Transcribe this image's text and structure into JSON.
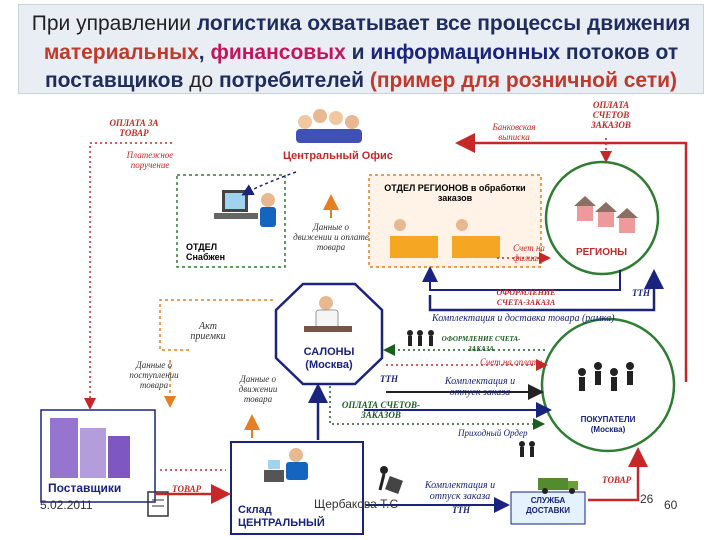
{
  "title": {
    "line1_a": "При управлении ",
    "line1_b": "логистика",
    "line1_c": " охватывает все процессы движения",
    "line2_a": "материальных",
    "line2_b": ", ",
    "line2_c": "финансовых",
    "line2_d": " и ",
    "line2_e": "информационных",
    "line2_f": " потоков от",
    "line3_a": "поставщиков",
    "line3_b": " до ",
    "line3_c": "потребителей",
    "line3_d": " (пример для розничной сети)"
  },
  "nodes": {
    "office": "Центральный Офис",
    "supply_dept": "ОТДЕЛ Снабжен",
    "regions_dept": "ОТДЕЛ РЕГИОНОВ в обработки заказов",
    "regions": "РЕГИОНЫ",
    "salons": "САЛОНЫ (Москва)",
    "customers": "ПОКУПАТЕЛИ (Москва)",
    "suppliers": "Поставщики",
    "warehouse": "Склад ЦЕНТРАЛЬНЫЙ",
    "delivery": "СЛУЖБА ДОСТАВКИ"
  },
  "labels": {
    "pay_goods": "ОПЛАТА ЗА ТОВАР",
    "pay_order": "Платежное поручение",
    "bank": "Банковская выписка",
    "pay_invoices": "ОПЛАТА СЧЕТОВ ЗАКАЗОВ",
    "move_data": "Данные о движении и оплате товара",
    "invoice_branch": "Счет на филиалу",
    "order_invoice": "ОФОРМЛЕНИЕ СЧЕТА-ЗАКАЗА",
    "ttn1": "ТТН",
    "assembly_delivery": "Комплектация и доставка товара (рамка)",
    "order_invoice2": "ОФОРМЛЕНИЕ СЧЕТА-ЗАКАЗА",
    "invoice_pay": "Счет на оплату",
    "act": "Акт приемки",
    "receipt_data": "Данные о поступлении товара",
    "goods_move": "Данные о движении товара",
    "ttn2": "ТТН",
    "assembly_release": "Комплектация и отпуск заказа",
    "pay_invoices2": "ОПЛАТА СЧЕТОВ-ЗАКАЗОВ",
    "incoming_order": "Приходный Ордер",
    "goods1": "ТОВАР",
    "goods2": "ТОВАР",
    "assembly_release2": "Комплектация и отпуск заказа",
    "ttn3": "ТТН",
    "slide_number": "26"
  },
  "footer": {
    "date": "5.02.2011",
    "author": "Щербакова Т.С",
    "page": "60"
  },
  "colors": {
    "navy": "#1a237e",
    "red": "#c62828",
    "green": "#1b5e20",
    "magenta": "#c2185b"
  }
}
